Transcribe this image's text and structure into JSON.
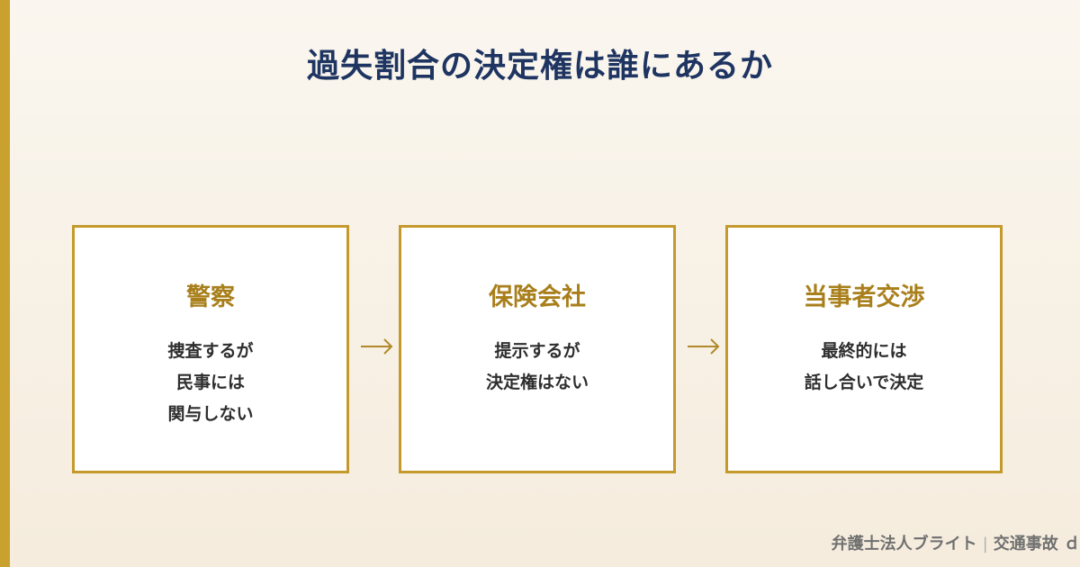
{
  "title": "過失割合の決定権は誰にあるか",
  "colors": {
    "accent": "#c9a12f",
    "title": "#1e3461",
    "card_title": "#a87f1b",
    "card_border": "#c49a2c"
  },
  "cards": [
    {
      "title": "警察",
      "lines": [
        "捜査するが",
        "民事には",
        "関与しない"
      ]
    },
    {
      "title": "保険会社",
      "lines": [
        "提示するが",
        "決定権はない"
      ]
    },
    {
      "title": "当事者交渉",
      "lines": [
        "最終的には",
        "話し合いで決定"
      ]
    }
  ],
  "arrows": [
    "arrow-right-icon",
    "arrow-right-icon"
  ],
  "footer": {
    "brand": "弁護士法人ブライト",
    "separator": "|",
    "topic": "交通事故 ｄ"
  }
}
